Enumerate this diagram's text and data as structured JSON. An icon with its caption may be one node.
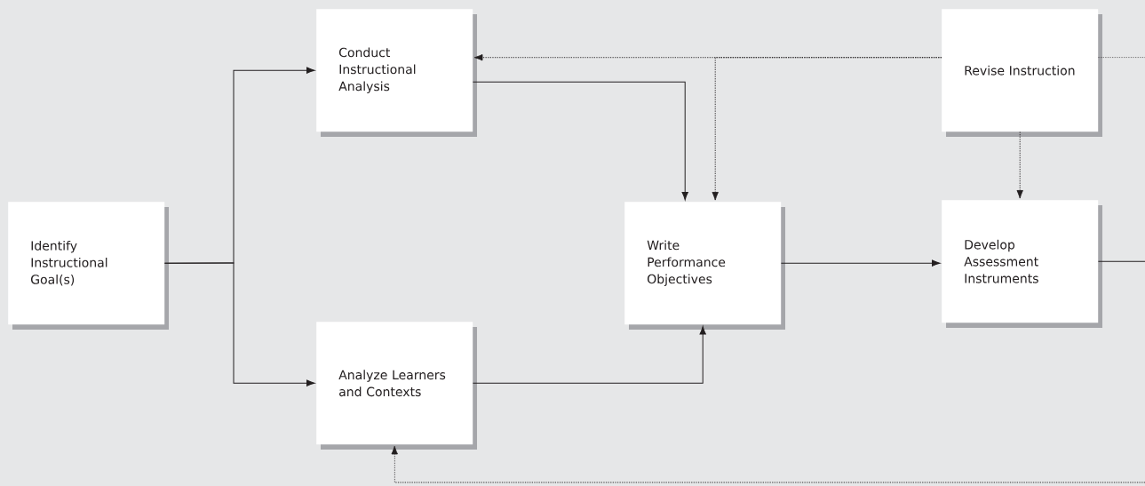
{
  "diagram": {
    "nodes": [
      {
        "text": [
          "Identify Instructional Goal(s)"
        ]
      },
      {
        "text": [
          "Conduct Instructional Analysis"
        ]
      },
      {
        "text": [
          "Analyze Learners and Contexts"
        ]
      },
      {
        "text": [
          "Write Performance Objectives"
        ]
      },
      {
        "text": [
          "Revise Instruction"
        ]
      },
      {
        "text": [
          "Develop Assessment Instruments"
        ]
      }
    ],
    "edges": [
      {
        "from": 0,
        "to": 1,
        "arrow": "to"
      },
      {
        "from": 0,
        "to": 2,
        "arrow": "to"
      },
      {
        "from": 1,
        "to": 3,
        "arrow": "to"
      },
      {
        "from": 2,
        "to": 3,
        "arrow": "to"
      },
      {
        "from": 3,
        "to": 5,
        "arrow": "to"
      },
      {
        "from": 4,
        "to": 1,
        "arrow": "to",
        "style": "dashed"
      },
      {
        "from": 4,
        "to": 3,
        "arrow": "to",
        "style": "dashed"
      },
      {
        "from": 4,
        "to": 5,
        "arrow": "to",
        "style": "dashed"
      },
      {
        "from": 4,
        "to": null,
        "arrow": "none",
        "style": "dashed"
      },
      {
        "from": 5,
        "to": null,
        "arrow": "none"
      },
      {
        "from": null,
        "to": 2,
        "arrow": "to",
        "style": "dashed"
      }
    ]
  }
}
